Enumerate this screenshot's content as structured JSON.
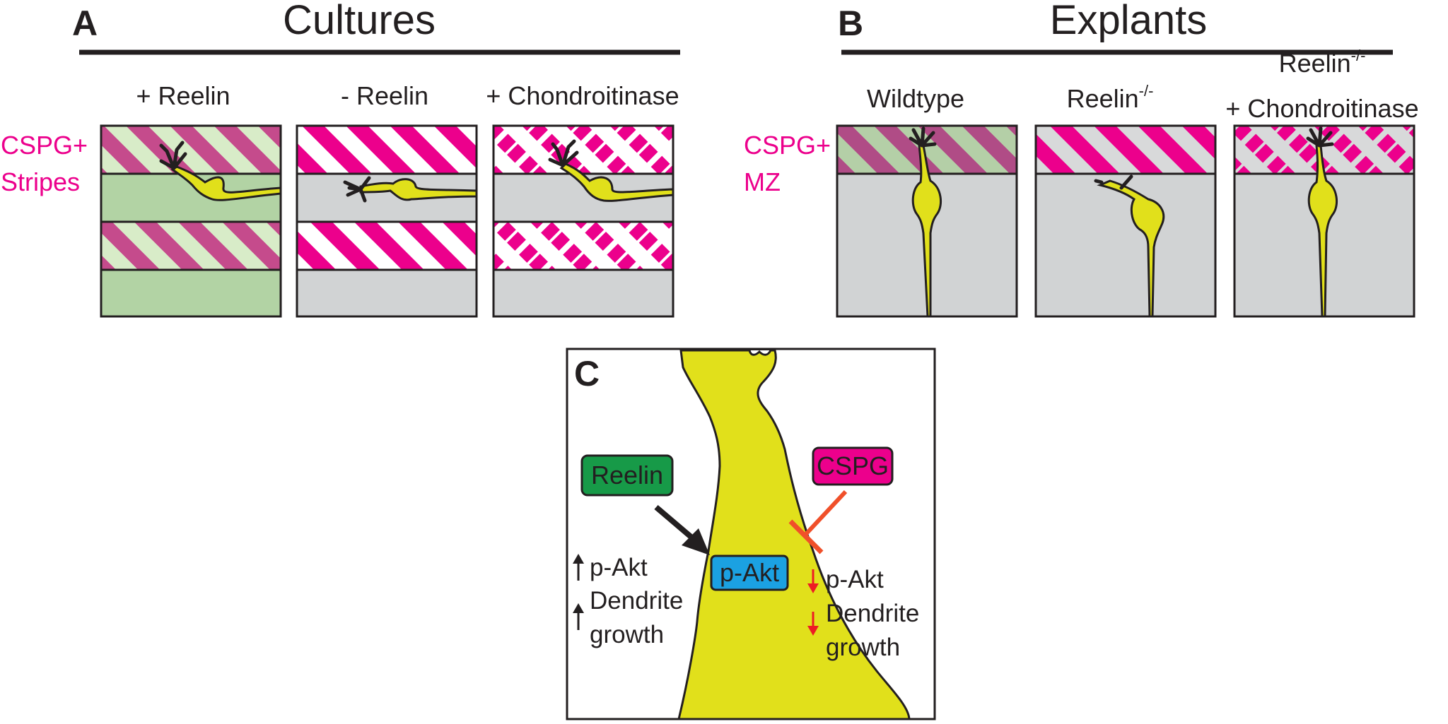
{
  "panel_a": {
    "letter": "A",
    "title": "Cultures",
    "columns": [
      "+ Reelin",
      "- Reelin",
      "+ Chondroitinase"
    ],
    "side_label": [
      "CSPG+",
      "Stripes"
    ]
  },
  "panel_b": {
    "letter": "B",
    "title": "Explants",
    "columns": {
      "wildtype": "Wildtype",
      "reelin_ko": {
        "base": "Reelin",
        "sup": "-/-"
      },
      "reelin_ko_chase": {
        "base": "Reelin",
        "sup": "-/-",
        "line2": "+ Chondroitinase"
      }
    },
    "side_label": [
      "CSPG+",
      "MZ"
    ]
  },
  "panel_c": {
    "letter": "C",
    "reelin_box": "Reelin",
    "cspg_box": "CSPG",
    "pakt_box": "p-Akt",
    "left_effects": [
      "p-Akt",
      "Dendrite",
      "growth"
    ],
    "right_effects": [
      "p-Akt",
      "Dendrite",
      "growth"
    ]
  },
  "colors": {
    "magenta": "#ec008c",
    "stripe_on_green": "#c54b8c",
    "green_bg": "#b2d3a4",
    "light_green": "#d8ecc8",
    "grey_bg": "#d1d3d4",
    "neuron_yellow": "#e1e01b",
    "reelin_green": "#179a48",
    "pakt_blue": "#1ba1e2",
    "inhibit_orange": "#f0502a",
    "arrow_red": "#ed1c24"
  }
}
